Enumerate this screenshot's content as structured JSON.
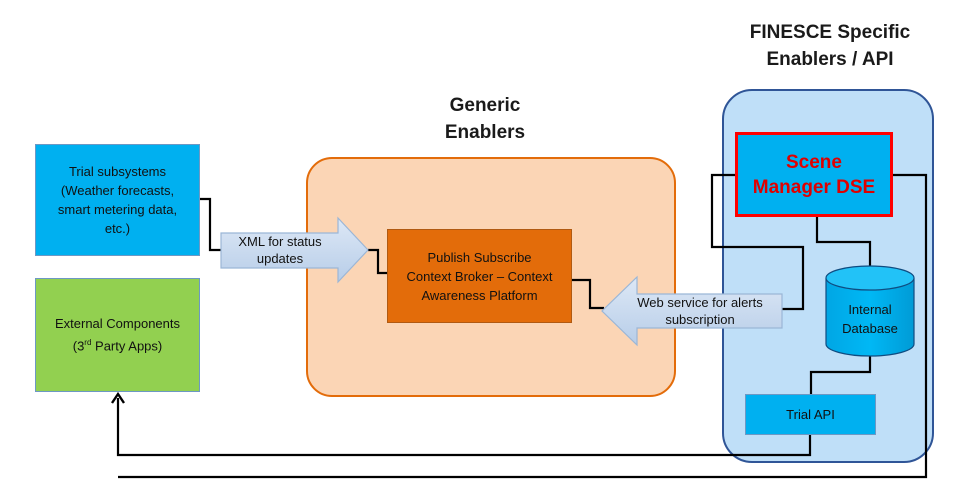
{
  "titles": {
    "generic": [
      "Generic",
      "Enablers"
    ],
    "finesce": [
      "FINESCE Specific",
      "Enablers / API"
    ]
  },
  "boxes": {
    "trial_subsystems": [
      "Trial subsystems",
      "(Weather forecasts,",
      "smart metering data,",
      "etc.)"
    ],
    "external_components": {
      "line1": "External Components",
      "line2_prefix": "(3",
      "line2_sup": "rd",
      "line2_suffix": " Party Apps)"
    },
    "publish_subscribe": [
      "Publish Subscribe",
      "Context Broker – Context",
      "Awareness Platform"
    ],
    "scene_manager": [
      "Scene",
      "Manager DSE"
    ],
    "internal_database": [
      "Internal",
      "Database"
    ],
    "trial_api": "Trial API"
  },
  "arrows": {
    "xml": [
      "XML for status",
      "updates"
    ],
    "web_service": [
      "Web service for alerts",
      "subscription"
    ]
  },
  "colors": {
    "cyan": "#00b0f0",
    "green": "#92d050",
    "orange": "#e36c0a",
    "peach": "#fbd5b5",
    "light_blue": "#c6e0f7",
    "red": "#ff0000"
  }
}
